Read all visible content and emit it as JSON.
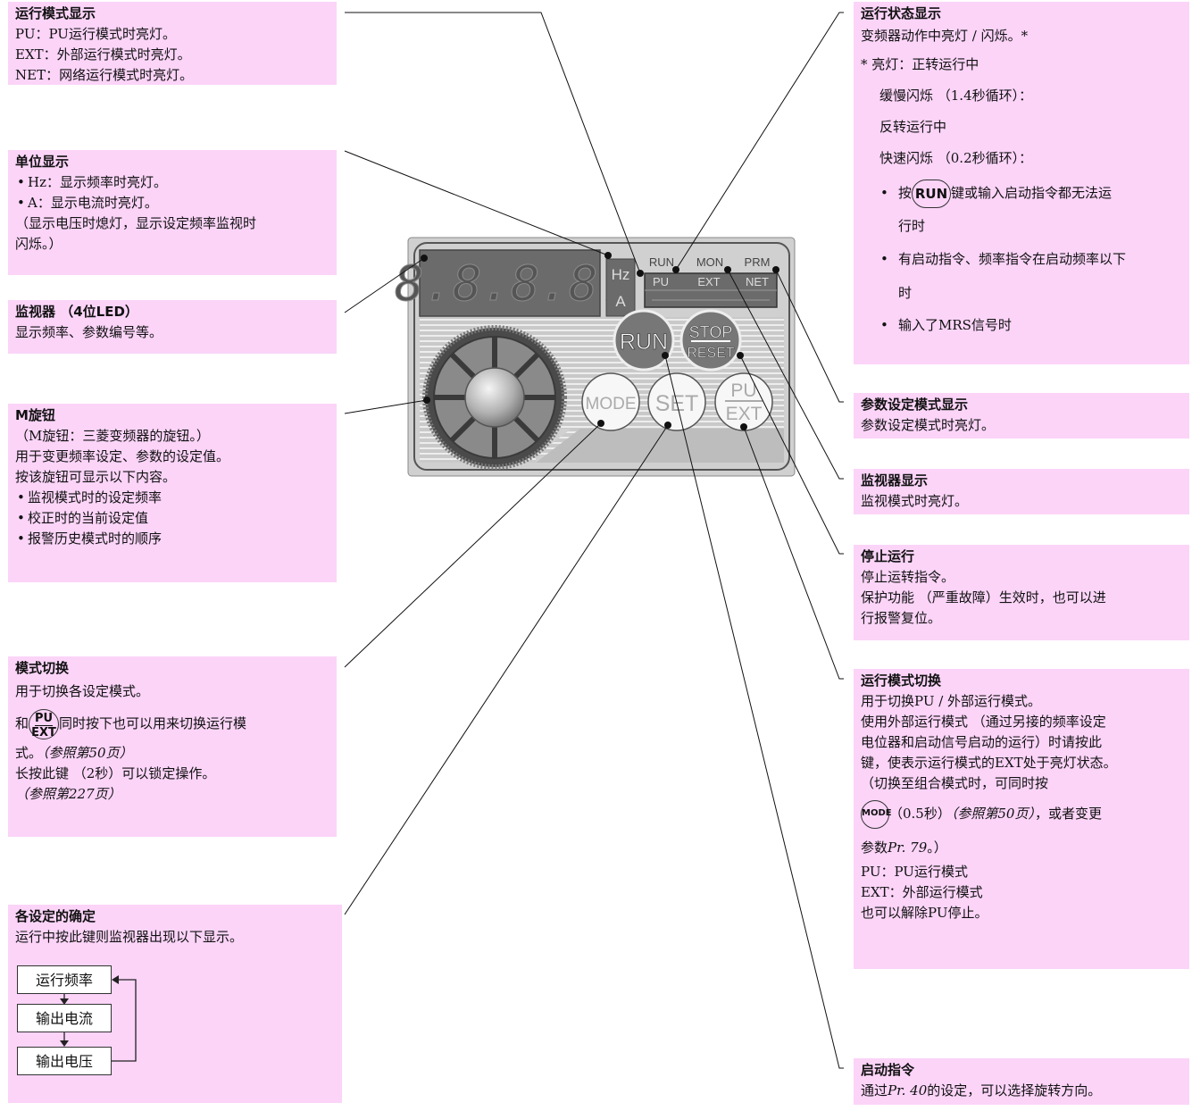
{
  "boxes": {
    "op_mode_display": {
      "title": "运行模式显示",
      "lines": [
        "PU：PU运行模式时亮灯。",
        "EXT：外部运行模式时亮灯。",
        "NET：网络运行模式时亮灯。"
      ]
    },
    "unit_display": {
      "title": "单位显示",
      "lines": [
        "Hz：显示频率时亮灯。",
        "A：显示电流时亮灯。",
        "（显示电压时熄灯，显示设定频率监视时",
        "闪烁。）"
      ]
    },
    "monitor": {
      "title": "监视器 （4位LED）",
      "lines": [
        "显示频率、参数编号等。"
      ]
    },
    "m_dial": {
      "title": "M旋钮",
      "lines": [
        "（M旋钮：三菱变频器的旋钮。）",
        "用于变更频率设定、参数的设定值。",
        "按该旋钮可显示以下内容。",
        "监视模式时的设定频率",
        "校正时的当前设定值",
        "报警历史模式时的顺序"
      ]
    },
    "mode_switch": {
      "title": "模式切换",
      "line1": "用于切换各设定模式。",
      "line2_pre": "和",
      "line2_post": "同时按下也可以用来切换运行模",
      "line3": "式。",
      "ref50": "（参照第50页）",
      "line4": "长按此键 （2秒）可以锁定操作。",
      "ref227": "（参照第227页）"
    },
    "set_confirm": {
      "title": "各设定的确定",
      "line1": "运行中按此键则监视器出现以下显示。",
      "flow": [
        "运行频率",
        "输出电流",
        "输出电压"
      ]
    },
    "run_status": {
      "title": "运行状态显示",
      "lines": [
        "变频器动作中亮灯 / 闪烁。*",
        "* 亮灯：正转运行中",
        "缓慢闪烁 （1.4秒循环）：",
        "反转运行中",
        "快速闪烁 （0.2秒循环）："
      ],
      "b1_pre": "按",
      "b1_post": "键或输入启动指令都无法运",
      "b1_cont": "行时",
      "b2": "有启动指令、频率指令在启动频率以下",
      "b2_cont": "时",
      "b3": "输入了MRS信号时"
    },
    "param_mode": {
      "title": "参数设定模式显示",
      "lines": [
        "参数设定模式时亮灯。"
      ]
    },
    "monitor_display": {
      "title": "监视器显示",
      "lines": [
        "监视模式时亮灯。"
      ]
    },
    "stop": {
      "title": "停止运行",
      "lines": [
        "停止运转指令。",
        "保护功能 （严重故障）生效时，也可以进",
        "行报警复位。"
      ]
    },
    "op_mode_switch": {
      "title": "运行模式切换",
      "lines": [
        "用于切换PU / 外部运行模式。",
        "使用外部运行模式 （通过另接的频率设定",
        "电位器和启动信号启动的运行）时请按此",
        "键，使表示运行模式的EXT处于亮灯状态。",
        "（切换至组合模式时，可同时按"
      ],
      "mode_post": "（0.5秒）",
      "ref50": "（参照第50页）",
      "mode_post2": "，或者变更",
      "pr_pre": "参数",
      "pr_it": "Pr. 79",
      "pr_post": "。）",
      "tail": [
        "PU：PU运行模式",
        "EXT：外部运行模式",
        "也可以解除PU停止。"
      ]
    },
    "start_cmd": {
      "title": "启动指令",
      "pre": "通过",
      "it": "Pr. 40",
      "post": "的设定，可以选择旋转方向。"
    }
  },
  "keys": {
    "run": "RUN",
    "pu": "PU",
    "ext": "EXT",
    "mode": "MODE"
  },
  "panel": {
    "digits": "8.8.8.8.",
    "unit_hz": "Hz",
    "unit_a": "A",
    "ind_run": "RUN",
    "ind_mon": "MON",
    "ind_prm": "PRM",
    "ind_pu": "PU",
    "ind_ext": "EXT",
    "ind_net": "NET",
    "btn_run": "RUN",
    "btn_stop": "STOP",
    "btn_reset": "RESET",
    "btn_mode": "MODE",
    "btn_set": "SET",
    "btn_pu": "PU",
    "btn_ext": "EXT"
  },
  "colors": {
    "callout_bg": "#fbd4f8",
    "panel_bg": "#d0d0d0",
    "display_bg": "#6b6b6b",
    "button_dark": "#777777"
  }
}
